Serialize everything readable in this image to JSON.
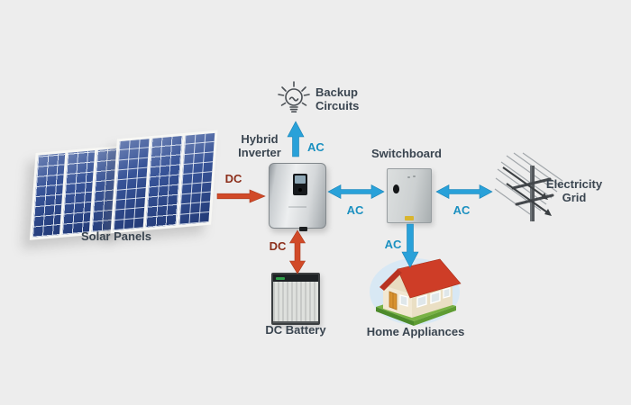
{
  "diagram": {
    "nodes": {
      "solar_panels": {
        "label": "Solar Panels",
        "icon": "solar-panel-icon"
      },
      "hybrid_inverter": {
        "label_line1": "Hybrid",
        "label_line2": "Inverter",
        "icon": "inverter-icon"
      },
      "backup_circuits": {
        "label_line1": "Backup",
        "label_line2": "Circuits",
        "icon": "lightbulb-icon"
      },
      "switchboard": {
        "label": "Switchboard",
        "icon": "switchboard-icon"
      },
      "electricity_grid": {
        "label_line1": "Electricity",
        "label_line2": "Grid",
        "icon": "power-pole-icon"
      },
      "dc_battery": {
        "label": "DC Battery",
        "icon": "battery-icon"
      },
      "home_appliances": {
        "label": "Home Appliances",
        "icon": "house-icon"
      }
    },
    "edges": [
      {
        "from": "solar_panels",
        "to": "hybrid_inverter",
        "label": "DC",
        "current": "dc",
        "direction": "one-way"
      },
      {
        "from": "hybrid_inverter",
        "to": "backup_circuits",
        "label": "AC",
        "current": "ac",
        "direction": "one-way"
      },
      {
        "from": "hybrid_inverter",
        "to": "dc_battery",
        "label": "DC",
        "current": "dc",
        "direction": "two-way"
      },
      {
        "from": "hybrid_inverter",
        "to": "switchboard",
        "label": "AC",
        "current": "ac",
        "direction": "two-way"
      },
      {
        "from": "switchboard",
        "to": "electricity_grid",
        "label": "AC",
        "current": "ac",
        "direction": "two-way"
      },
      {
        "from": "switchboard",
        "to": "home_appliances",
        "label": "AC",
        "current": "ac",
        "direction": "one-way"
      }
    ],
    "colors": {
      "background": "#ededed",
      "dc_arrow": "#d14a28",
      "dc_label": "#8c2f1b",
      "ac_arrow": "#29a1d9",
      "ac_label": "#1b90c0",
      "node_label": "#3a4550",
      "solar_cell_blue": "#2c4a92",
      "house_roof_red": "#ce3d27"
    }
  }
}
